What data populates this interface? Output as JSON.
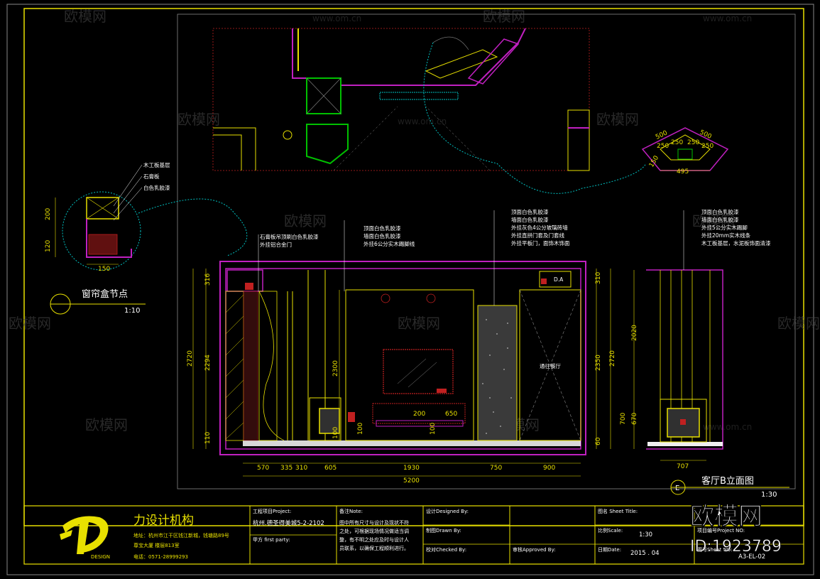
{
  "watermark": {
    "brand": "欧模网",
    "url": "www.om.cn",
    "stamp_brand": "欧模网",
    "stamp_id": "ID:1923789"
  },
  "detail": {
    "title": "窗帘盒节点",
    "scale": "1:10",
    "dims": [
      "200",
      "120",
      "150"
    ],
    "notes": [
      "木工板基层",
      "石膏板",
      "白色乳胶漆"
    ]
  },
  "plan": {
    "dims": [
      "500",
      "500",
      "250",
      "250",
      "250",
      "250",
      "495",
      "150"
    ]
  },
  "main_elevation": {
    "title": "客厅B立面图",
    "scale": "1:30",
    "notes_left": [
      "石膏板吊顶刷白色乳胶漆",
      "外挂铝合金门"
    ],
    "notes_mid": [
      "顶面白色乳胶漆",
      "墙面白色乳胶漆",
      "外挂6公分实木踢脚线"
    ],
    "notes_right": [
      "顶面白色乳胶漆",
      "墙面白色乳胶漆",
      "外挂灰色4公分玻璃砖墙",
      "外挂直拼门套及门套线",
      "外挂平板门，面饰木饰面"
    ],
    "left_dims": [
      "316",
      "2720",
      "2294",
      "110"
    ],
    "inner_dims": [
      "2300",
      "100"
    ],
    "right_dims": [
      "310",
      "2350",
      "2720",
      "60"
    ],
    "bottom_dims": [
      "570",
      "335",
      "310",
      "605",
      "1930",
      "750",
      "900"
    ],
    "total_width": "5200",
    "furniture_dims": [
      "200",
      "650",
      "100",
      "100"
    ],
    "door_label": "通往餐厅",
    "box_label": "D.A"
  },
  "side_elevation": {
    "notes": [
      "顶面白色乳胶漆",
      "墙面白色乳胶漆",
      "外挂5公分实木踢脚",
      "外挂20mm实木线条",
      "木工板基层，水泥板饰面清漆"
    ],
    "dims": [
      "2020",
      "700",
      "670",
      "707"
    ]
  },
  "title_block": {
    "company": "力设计机构",
    "logo_sub": "DESIGN",
    "address": "地址：杭州市江干区钱江新城，钱塘路89号",
    "address2": "尊宝大厦 楼层813室",
    "phone": "电话：0571-28999293",
    "project_label": "工程项目Project:",
    "project_value": "杭州.德圣得美城5-2-2102",
    "party_label": "甲方 first party:",
    "note_label": "备注Note:",
    "note_text": [
      "图中所有尺寸与设计及现状不符",
      "之处，可根据现场情况做适当调",
      "整，有不明之处应及时与设计人",
      "员联系，以确保工程顺利进行。"
    ],
    "designed_label": "设计Designed By:",
    "drawn_label": "制图Drawn By:",
    "checked_label": "校对Checked By:",
    "approved_label": "审核Approved By:",
    "sheet_title_label": "图名 Sheet Title:",
    "scale_label": "比例Scale:",
    "scale_value": "1:30",
    "date_label": "日期Date:",
    "date_value": "2015 . 04",
    "project_no_label": "项目编号Project NO:",
    "sheet_no_label": "图号Sheet NO:",
    "sheet_no_value": "A3-EL-02"
  },
  "colors": {
    "background": "#000000",
    "frame": "#e8e000",
    "wall": "#c020c0",
    "dimension": "#e8e000",
    "note_text": "#ffffff",
    "highlight": "#00c000",
    "accent": "#ff2020"
  }
}
